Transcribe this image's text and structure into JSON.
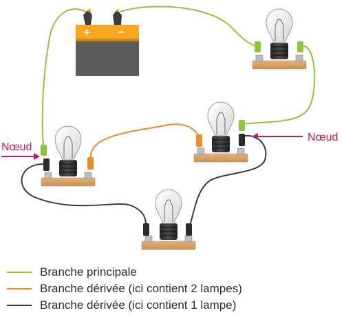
{
  "labels": {
    "node_left": "Nœud",
    "node_right": "Nœud",
    "battery_plus": "+",
    "battery_minus": "−"
  },
  "legend": [
    {
      "label": "Branche principale",
      "color": "#8cc63f"
    },
    {
      "label": "Branche dérivée (ici contient 2 lampes)",
      "color": "#f08a24"
    },
    {
      "label": "Branche dérivée (ici contient 1 lampe)",
      "color": "#3a3a3a"
    }
  ],
  "colors": {
    "wire_main": "#8cc63f",
    "wire_branch_2": "#f08a24",
    "wire_branch_1": "#3a3a3a",
    "node_arrow": "#c2185b",
    "battery_body": "#5b5b5b",
    "battery_top": "#f7a823",
    "lamp_base": "#d9a66b"
  },
  "components": {
    "battery": "battery-icon",
    "lamp": "lamp-icon"
  }
}
